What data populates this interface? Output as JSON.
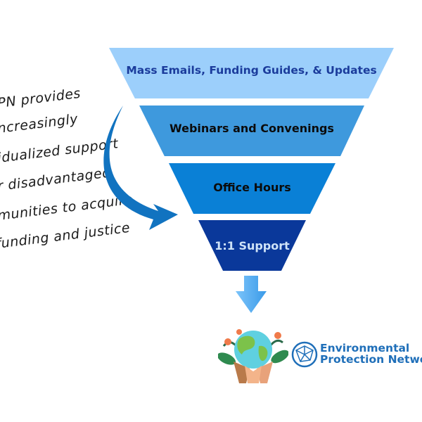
{
  "funnel": {
    "layers": [
      {
        "label": "Mass Emails, Funding Guides, & Updates",
        "color": "#9ccffb"
      },
      {
        "label": "Webinars and Convenings",
        "color": "#3e99dd"
      },
      {
        "label": "Office Hours",
        "color": "#0a80d6"
      },
      {
        "label": "1:1 Support",
        "color": "#0a389a"
      }
    ]
  },
  "side_note": {
    "lines": [
      "PN provides",
      "ncreasingly",
      "idualized support",
      "r disadvantaged",
      "munities to acquire",
      "funding and justice"
    ]
  },
  "logo": {
    "line1": "Environmental",
    "line2": "Protection Netwo",
    "color": "#1f6fb9",
    "icon": "network-globe-icon"
  },
  "illustration": {
    "icon": "earth-in-hands-icon"
  }
}
